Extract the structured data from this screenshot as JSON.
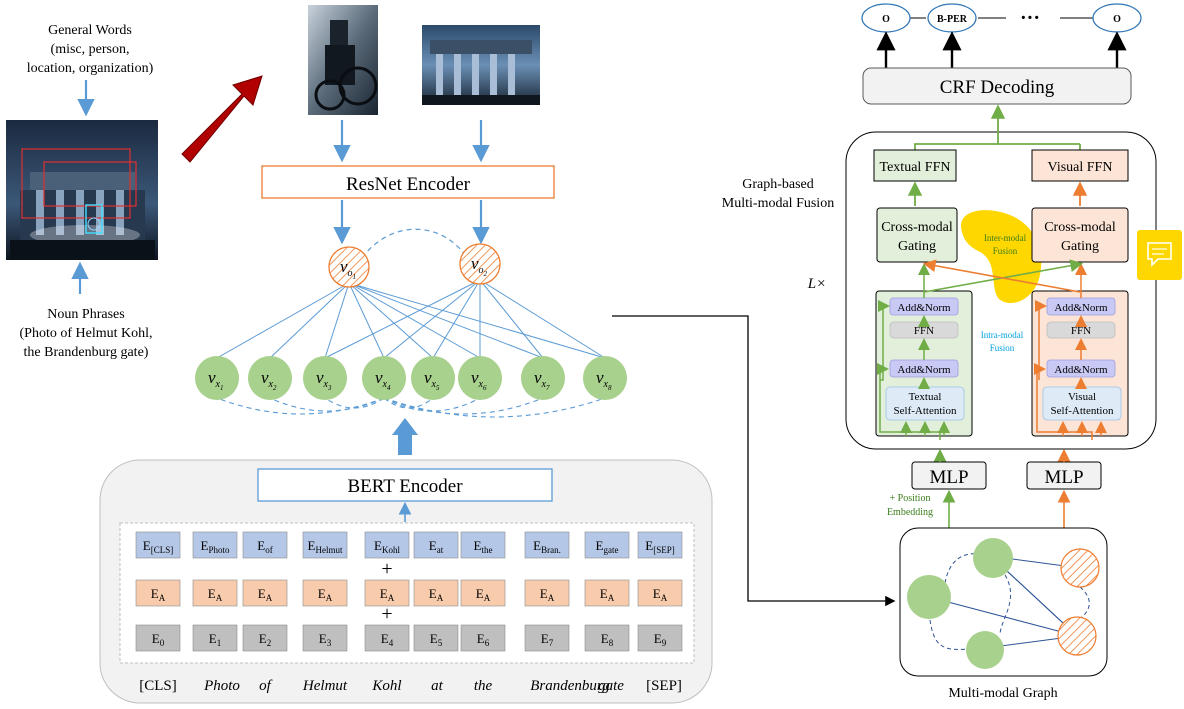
{
  "left_panel": {
    "general_words": [
      "General Words",
      "(misc, person,",
      "location, organization)"
    ],
    "noun_phrases": [
      "Noun Phrases",
      "(Photo of Helmut Kohl,",
      "the Brandenburg gate)"
    ]
  },
  "resnet_label": "ResNet Encoder",
  "visual_nodes": [
    {
      "base": "v",
      "sub": "o",
      "subsub": "1"
    },
    {
      "base": "v",
      "sub": "o",
      "subsub": "2"
    }
  ],
  "text_nodes": [
    {
      "base": "v",
      "sub": "x",
      "subsub": "1"
    },
    {
      "base": "v",
      "sub": "x",
      "subsub": "2"
    },
    {
      "base": "v",
      "sub": "x",
      "subsub": "3"
    },
    {
      "base": "v",
      "sub": "x",
      "subsub": "4"
    },
    {
      "base": "v",
      "sub": "x",
      "subsub": "5"
    },
    {
      "base": "v",
      "sub": "x",
      "subsub": "6"
    },
    {
      "base": "v",
      "sub": "x",
      "subsub": "7"
    },
    {
      "base": "v",
      "sub": "x",
      "subsub": "8"
    }
  ],
  "bert": {
    "label": "BERT Encoder",
    "token_emb": [
      {
        "b": "E",
        "s": "[CLS]"
      },
      {
        "b": "E",
        "s": "Photo"
      },
      {
        "b": "E",
        "s": "of"
      },
      {
        "b": "E",
        "s": "Helmut"
      },
      {
        "b": "E",
        "s": "Kohl"
      },
      {
        "b": "E",
        "s": "at"
      },
      {
        "b": "E",
        "s": "the"
      },
      {
        "b": "E",
        "s": "Bran."
      },
      {
        "b": "E",
        "s": "gate"
      },
      {
        "b": "E",
        "s": "[SEP]"
      }
    ],
    "seg_emb": [
      {
        "b": "E",
        "s": "A"
      },
      {
        "b": "E",
        "s": "A"
      },
      {
        "b": "E",
        "s": "A"
      },
      {
        "b": "E",
        "s": "A"
      },
      {
        "b": "E",
        "s": "A"
      },
      {
        "b": "E",
        "s": "A"
      },
      {
        "b": "E",
        "s": "A"
      },
      {
        "b": "E",
        "s": "A"
      },
      {
        "b": "E",
        "s": "A"
      },
      {
        "b": "E",
        "s": "A"
      }
    ],
    "pos_emb": [
      {
        "b": "E",
        "s": "0"
      },
      {
        "b": "E",
        "s": "1"
      },
      {
        "b": "E",
        "s": "2"
      },
      {
        "b": "E",
        "s": "3"
      },
      {
        "b": "E",
        "s": "4"
      },
      {
        "b": "E",
        "s": "5"
      },
      {
        "b": "E",
        "s": "6"
      },
      {
        "b": "E",
        "s": "7"
      },
      {
        "b": "E",
        "s": "8"
      },
      {
        "b": "E",
        "s": "9"
      }
    ],
    "plus": "+",
    "words": [
      "[CLS]",
      "Photo",
      "of",
      "Helmut",
      "Kohl",
      "at",
      "the",
      "Brandenburg",
      "gate",
      "[SEP]"
    ],
    "word_italic": [
      false,
      true,
      true,
      true,
      true,
      true,
      true,
      true,
      true,
      false
    ]
  },
  "crf": {
    "label": "CRF Decoding",
    "tags": [
      "O",
      "B-PER",
      "···",
      "O"
    ]
  },
  "fusion": {
    "title": [
      "Graph-based",
      "Multi-modal Fusion"
    ],
    "repeat_label": "L×",
    "textual_ffn": "Textual FFN",
    "visual_ffn": "Visual FFN",
    "cross_gating": [
      "Cross-modal",
      "Gating"
    ],
    "inter_modal": [
      "Inter-modal",
      "Fusion"
    ],
    "intra_modal": [
      "Intra-modal",
      "Fusion"
    ],
    "add_norm": "Add&Norm",
    "ffn": "FFN",
    "textual_sa": [
      "Textual",
      "Self-Attention"
    ],
    "visual_sa": [
      "Visual",
      "Self-Attention"
    ]
  },
  "mlp_label": "MLP",
  "position_embedding": [
    "+ Position",
    "Embedding"
  ],
  "graph_label": "Multi-modal Graph",
  "colors": {
    "blue_line": "#5b9bd5",
    "green_node": "#a9d18e",
    "orange": "#ed7d31",
    "green_line": "#70ad47",
    "red_arrow": "#c00000",
    "token_blue": "#b4c7e7",
    "seg_orange": "#f8cbad",
    "pos_gray": "#bfbfbf",
    "yellow": "#ffd700"
  }
}
